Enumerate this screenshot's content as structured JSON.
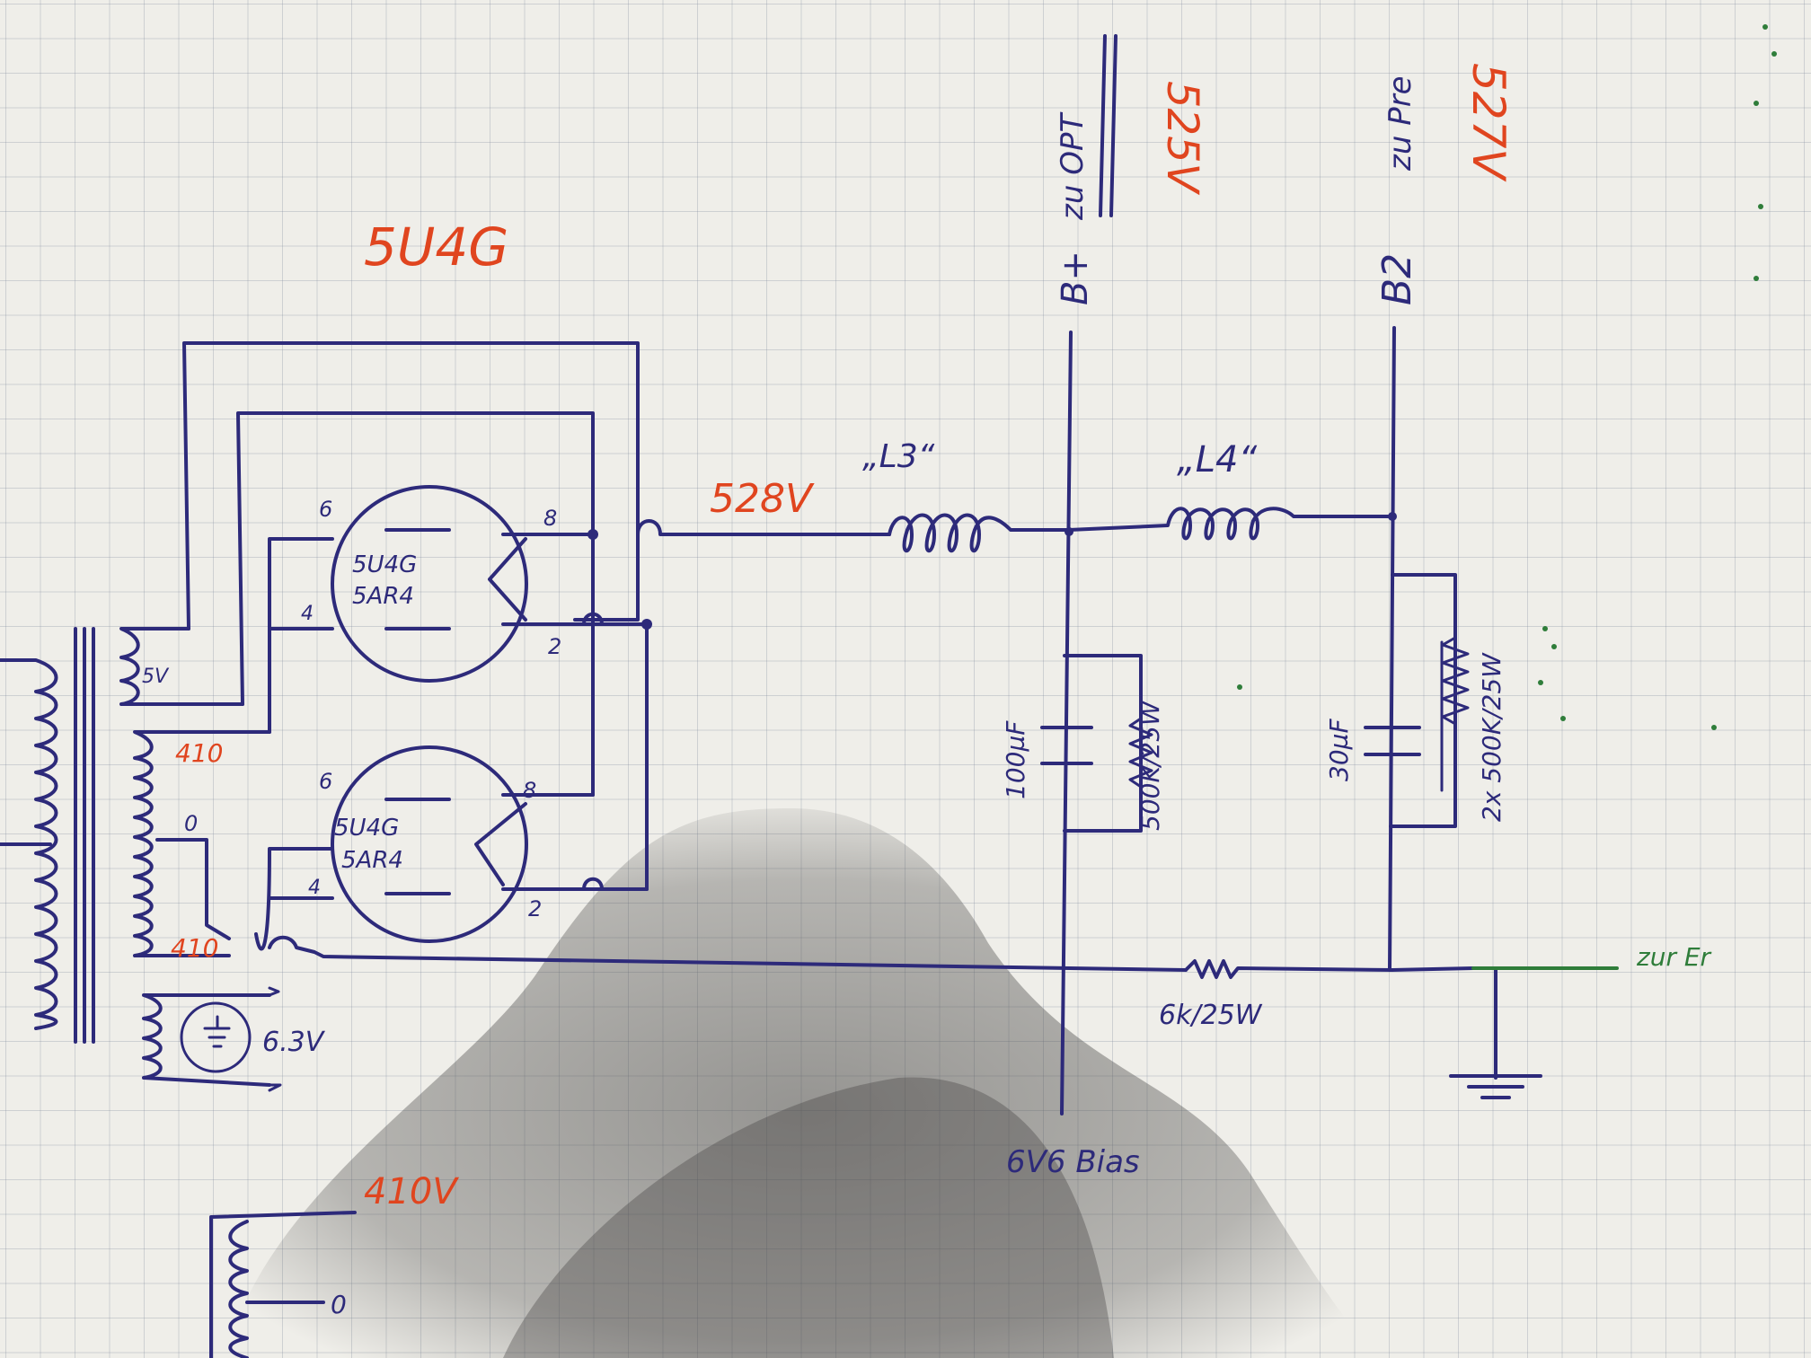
{
  "labels": {
    "rectifier_title": "5U4G",
    "tube_top_line1": "5U4G",
    "tube_top_line2": "5AR4",
    "tube_bottom_line1": "5U4G",
    "tube_bottom_line2": "5AR4",
    "pin_6_top": "6",
    "pin_8_top": "8",
    "pin_4_top": "4",
    "pin_2_top": "2",
    "pin_6_bottom": "6",
    "pin_8_bottom": "8",
    "pin_4_bottom": "4",
    "pin_2_bottom": "2",
    "winding_5v": "5V",
    "winding_410_top": "410",
    "winding_0": "0",
    "winding_410_bottom": "410",
    "heater": "6.3V",
    "voltage_528": "528V",
    "choke_l3": "„L3“",
    "choke_l4": "„L4“",
    "node_b_plus": "B+",
    "node_b2": "B2",
    "b_plus_dest": "zu OPT",
    "b_plus_voltage": "525V",
    "b2_dest": "zu Pre",
    "b2_voltage": "527V",
    "cap_100": "100µF",
    "res_500k": "500K/25W",
    "cap_30": "30µF",
    "res_2x500k": "2x 500K/25W",
    "res_bias": "6k/25W",
    "bias_label": "6V6 Bias",
    "to_label": "zur Er",
    "secondary_410": "410V",
    "secondary_0": "0"
  },
  "colors": {
    "ink": "#2d2a7a",
    "red_annotation": "#e0451f",
    "green_annotation": "#2f7d3a",
    "paper": "#efeee9"
  }
}
